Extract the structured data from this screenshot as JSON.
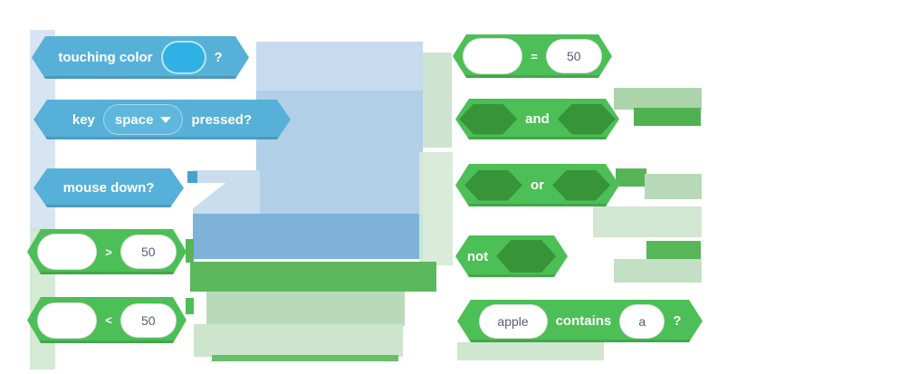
{
  "app": "scratch-block-palette",
  "palette_colors": {
    "sensing_blue": "#57B0D8",
    "operators_green": "#4CBF56",
    "operators_dark_slot": "#389438",
    "input_text": "#575E75",
    "color_swatch_cyan": "#30B1E6",
    "artifact_light_blue": "#B2CFE8",
    "artifact_medium_blue": "#7FB2D9",
    "artifact_light_green": "#B9DAB9",
    "artifact_medium_green": "#5CB85C"
  },
  "blocks": {
    "touching_color": {
      "label": "touching color",
      "suffix": "?"
    },
    "key_pressed": {
      "prefix": "key",
      "dropdown_value": "space",
      "suffix": "pressed?"
    },
    "mouse_down": {
      "label": "mouse down?"
    },
    "greater_than": {
      "operator": ">",
      "value": "50"
    },
    "less_than": {
      "operator": "<",
      "value": "50"
    },
    "equals": {
      "operator": "=",
      "value": "50"
    },
    "and": {
      "label": "and"
    },
    "or": {
      "label": "or"
    },
    "not": {
      "label": "not"
    },
    "contains": {
      "value1": "apple",
      "label": "contains",
      "value2": "a",
      "suffix": "?"
    }
  }
}
